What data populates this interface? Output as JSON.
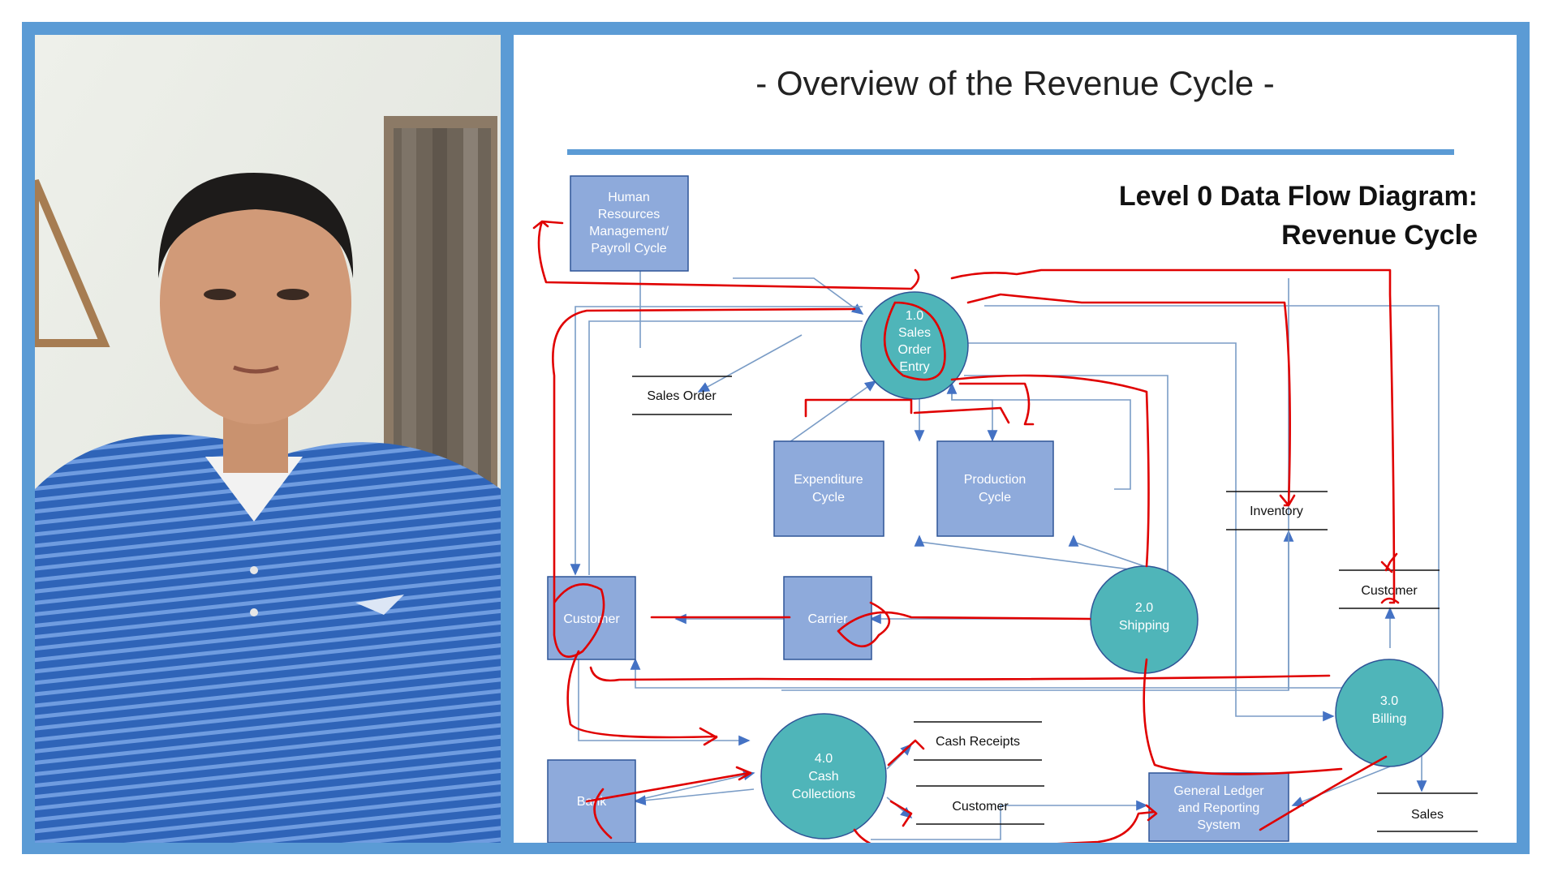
{
  "slide": {
    "title": "- Overview of the Revenue Cycle -",
    "subtitle_line1": "Level 0 Data Flow Diagram:",
    "subtitle_line2": "Revenue Cycle"
  },
  "entities": {
    "hr": [
      "Human",
      "Resources",
      "Management/",
      "Payroll Cycle"
    ],
    "expenditure": [
      "Expenditure",
      "Cycle"
    ],
    "production": [
      "Production",
      "Cycle"
    ],
    "customer": "Customer",
    "carrier": "Carrier",
    "bank": "Bank",
    "gl": [
      "General Ledger",
      "and Reporting",
      "System"
    ]
  },
  "processes": {
    "p1": [
      "1.0",
      "Sales",
      "Order",
      "Entry"
    ],
    "p2": [
      "2.0",
      "Shipping"
    ],
    "p3": [
      "3.0",
      "Billing"
    ],
    "p4": [
      "4.0",
      "Cash",
      "Collections"
    ]
  },
  "datastores": {
    "sales_order": "Sales Order",
    "inventory": "Inventory",
    "customer_right": "Customer",
    "cash_receipts": "Cash Receipts",
    "customer_bottom": "Customer",
    "sales": "Sales"
  },
  "colors": {
    "border_blue": "#5b9bd5",
    "entity_fill": "#8eaadb",
    "entity_stroke": "#2f5597",
    "process_fill": "#4fb5b9",
    "flow_line": "#7a9cc6",
    "annotation_red": "#e00000",
    "shirt_blue": "#2f64b8"
  }
}
